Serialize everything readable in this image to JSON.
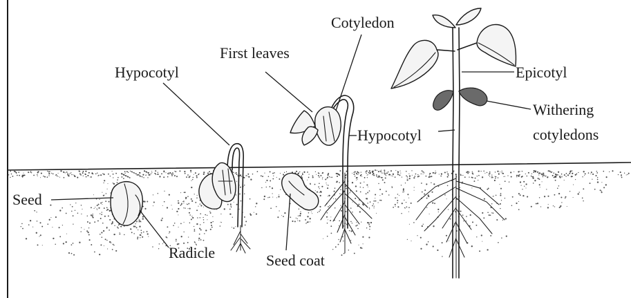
{
  "labels": {
    "seed": "Seed",
    "radicle": "Radicle",
    "hypocotyl_left": "Hypocotyl",
    "seed_coat": "Seed coat",
    "first_leaves": "First leaves",
    "cotyledon": "Cotyledon",
    "hypocotyl_mid": "Hypocotyl",
    "epicotyl": "Epicotyl",
    "withering_line1": "Withering",
    "withering_line2": "cotyledons"
  }
}
